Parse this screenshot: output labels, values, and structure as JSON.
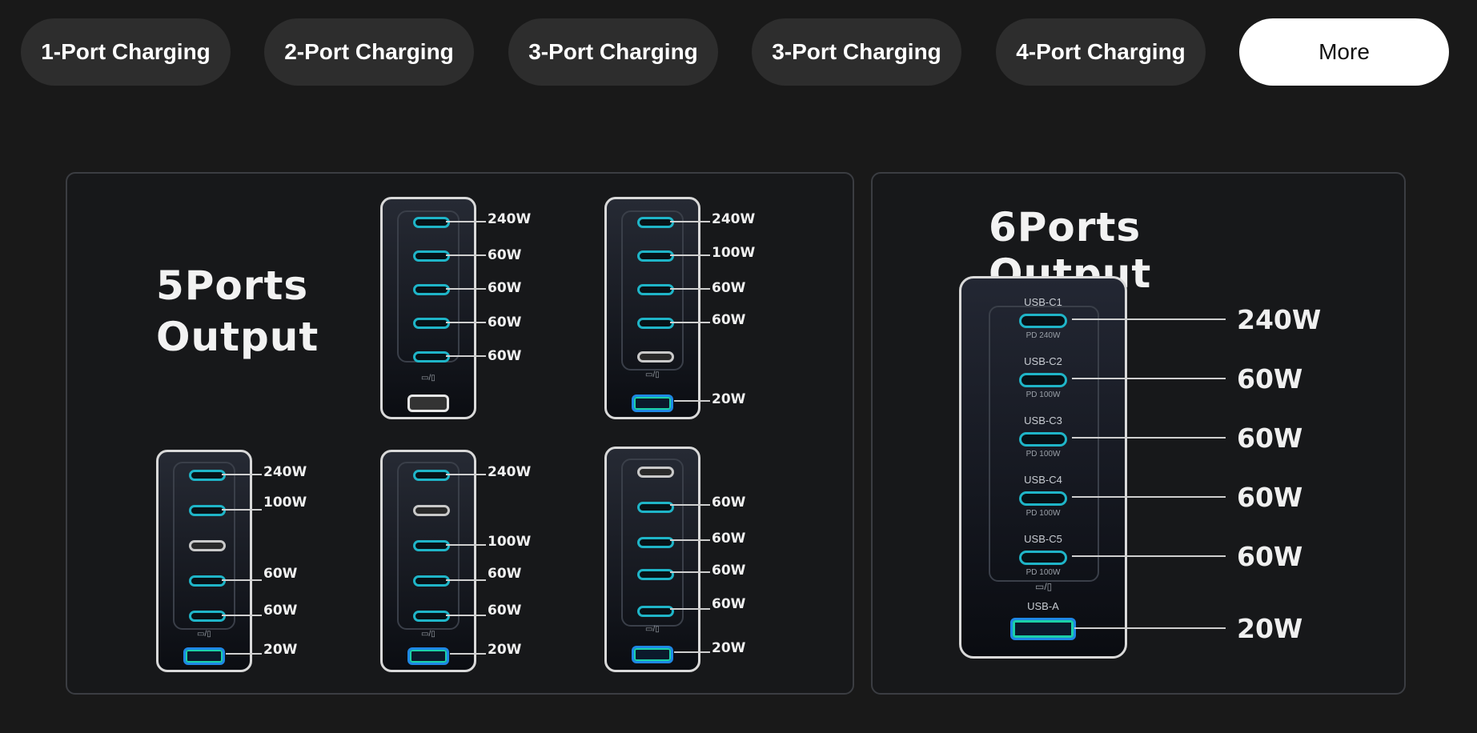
{
  "tabs": [
    {
      "label": "1-Port Charging"
    },
    {
      "label": "2-Port Charging"
    },
    {
      "label": "3-Port Charging"
    },
    {
      "label": "3-Port Charging"
    },
    {
      "label": "4-Port Charging"
    },
    {
      "label": "More",
      "active": true
    }
  ],
  "five_ports": {
    "title": "5Ports\nOutput",
    "configs": [
      {
        "watts": [
          "240W",
          "60W",
          "60W",
          "60W",
          "60W"
        ]
      },
      {
        "watts": [
          "240W",
          "100W",
          "60W",
          "60W",
          "20W"
        ]
      },
      {
        "watts": [
          "240W",
          "100W",
          "60W",
          "60W",
          "20W"
        ]
      },
      {
        "watts": [
          "240W",
          "100W",
          "60W",
          "60W",
          "20W"
        ]
      },
      {
        "watts": [
          "60W",
          "60W",
          "60W",
          "60W",
          "20W"
        ]
      }
    ]
  },
  "six_ports": {
    "title": "6Ports Output",
    "ports": [
      {
        "name": "USB-C1",
        "sub": "PD 240W",
        "watt": "240W"
      },
      {
        "name": "USB-C2",
        "sub": "PD 100W",
        "watt": "60W"
      },
      {
        "name": "USB-C3",
        "sub": "PD 100W",
        "watt": "60W"
      },
      {
        "name": "USB-C4",
        "sub": "PD 100W",
        "watt": "60W"
      },
      {
        "name": "USB-C5",
        "sub": "PD 100W",
        "watt": "60W"
      },
      {
        "name": "USB-A",
        "sub": "",
        "watt": "20W"
      }
    ]
  },
  "icons": {
    "display_phone": "display-phone-icon"
  },
  "colors": {
    "port_cyan": "#1fb5c8",
    "usb_a_blue": "#1e88e5",
    "usb_a_green": "#1bd0a8",
    "background": "#191919"
  }
}
